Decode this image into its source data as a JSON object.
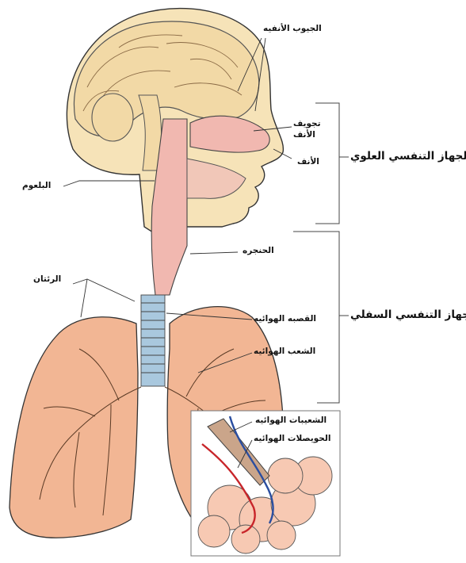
{
  "labels": {
    "nasal_sinuses": "الجيوب الأنفيه",
    "nasal_cavity_line1": "تجويف",
    "nasal_cavity_line2": "الأنف",
    "nose": "الأنف",
    "pharynx": "البلعوم",
    "larynx": "الحنجره",
    "lungs": "الرئتان",
    "trachea": "القصبه الهوائيه",
    "bronchi": "الشعب الهوائيه",
    "bronchioles": "الشعيبات الهوائيه",
    "alveoli": "الحويصلات الهوائيه",
    "upper_tract": "الجهاز التنفسي العلوي",
    "lower_tract": "الجهاز التنفسي السفلي"
  },
  "colors": {
    "skin": "#f6e3b8",
    "brain": "#f2d9a6",
    "airway": "#f1b8b0",
    "lung": "#f2b694",
    "trachea": "#a9c8de",
    "artery": "#c8252a",
    "vein": "#2a4ea0"
  }
}
